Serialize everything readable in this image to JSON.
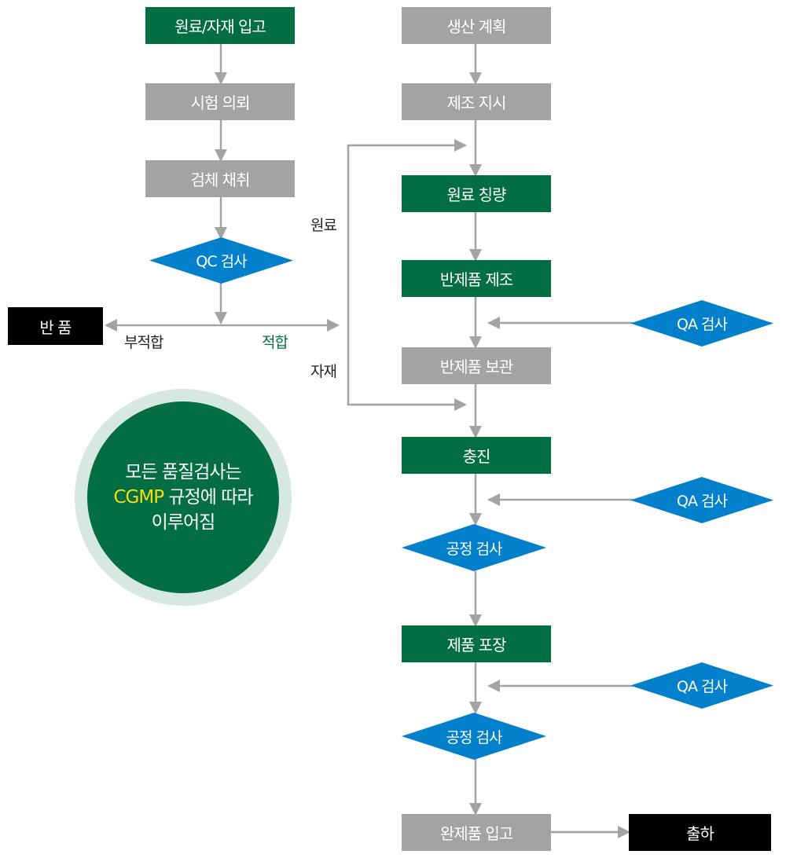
{
  "colors": {
    "process_green": "#036d43",
    "process_gray": "#a3a3a3",
    "terminal_black": "#000000",
    "decision_blue": "#0280cc",
    "connector_gray": "#a3a3a3",
    "highlight_yellow": "#f6dc10",
    "circle_ring": "#d7e8e1"
  },
  "left_flow": {
    "receipt": "원료/자재 입고",
    "test_request": "시험 의뢰",
    "sampling": "검체 채취",
    "qc_inspection": "QC 검사",
    "reject_label": "부적합",
    "pass_label": "적합",
    "return": "반 품"
  },
  "branch_labels": {
    "raw_material": "원료",
    "packaging_material": "자재"
  },
  "note": {
    "line1": "모든 품질검사는",
    "line2_highlight": "CGMP",
    "line2_rest": " 규정에 따라",
    "line3": "이루어짐"
  },
  "right_flow": {
    "production_plan": "생산 계획",
    "manufacturing_order": "제조 지시",
    "weighing": "원료 칭량",
    "bulk_manufacturing": "반제품 제조",
    "bulk_storage": "반제품 보관",
    "filling": "충진",
    "process_inspection_1": "공정 검사",
    "packaging": "제품 포장",
    "process_inspection_2": "공정 검사",
    "finished_goods_receipt": "완제품 입고",
    "shipment": "출하"
  },
  "qa_inspections": [
    "QA 검사",
    "QA 검사",
    "QA 검사"
  ]
}
